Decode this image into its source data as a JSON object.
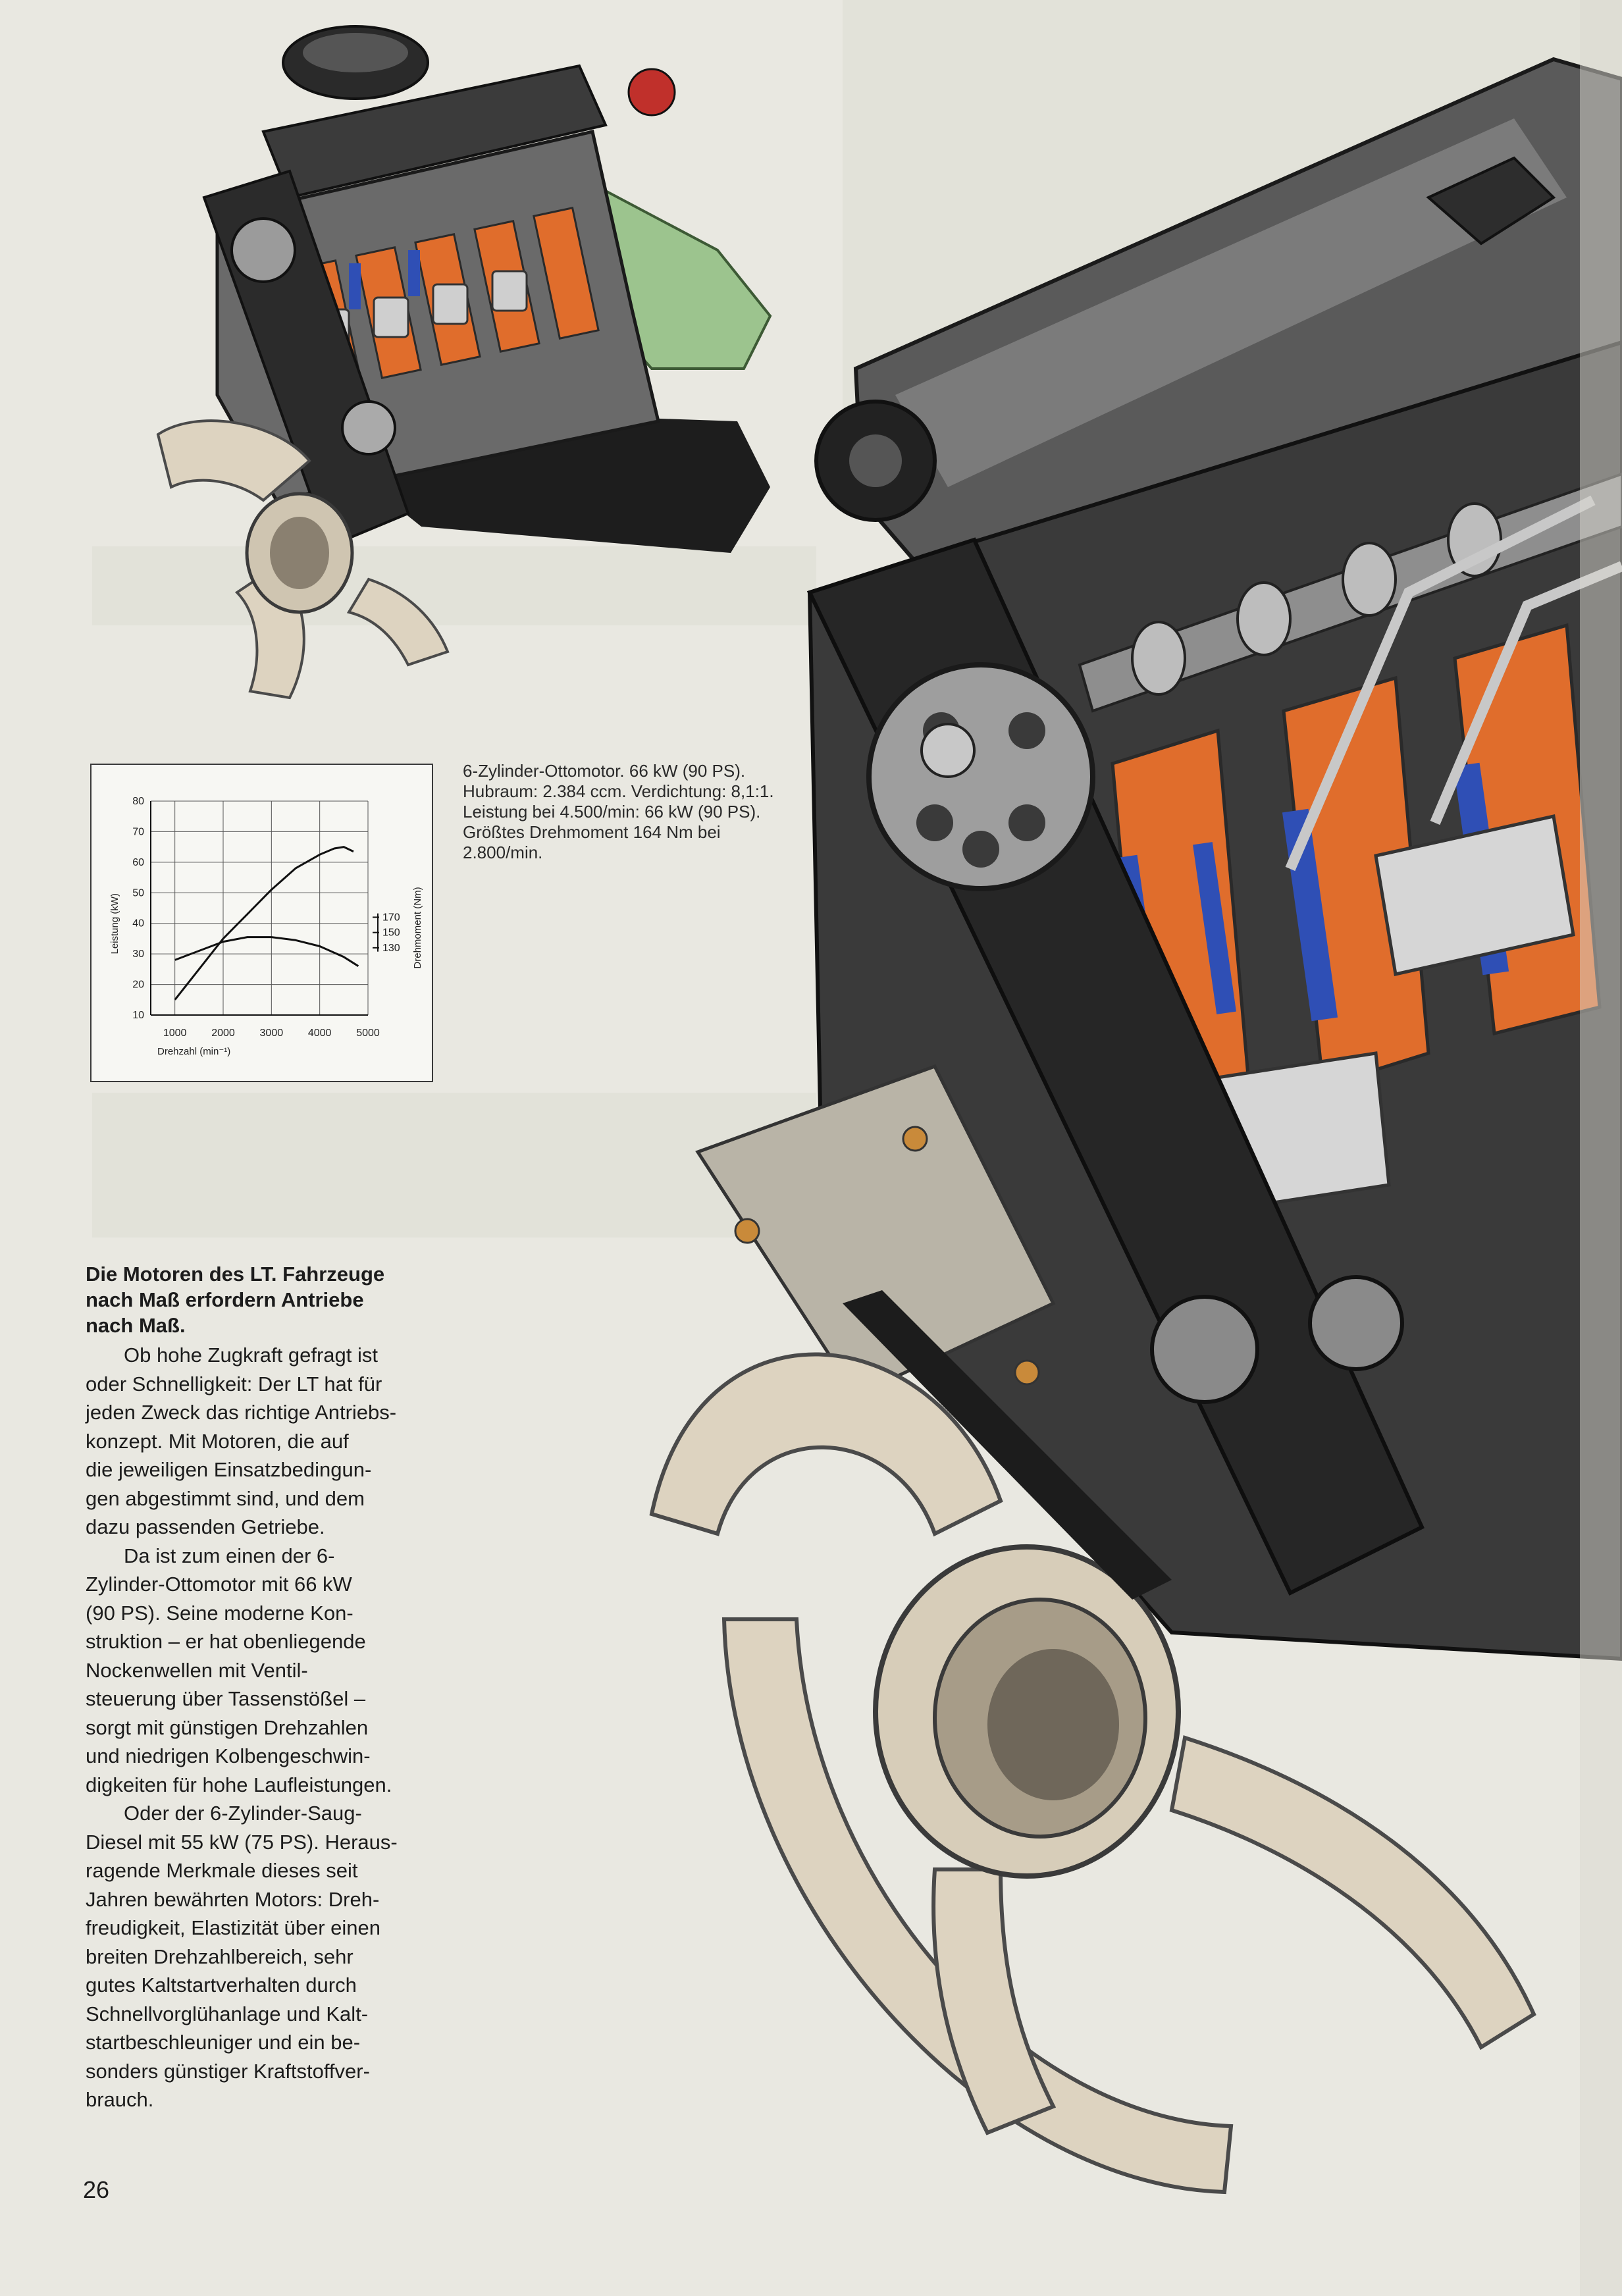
{
  "caption": {
    "lines": [
      "6-Zylinder-Ottomotor. 66 kW (90 PS).",
      "Hubraum: 2.384 ccm. Verdichtung: 8,1:1.",
      "Leistung bei 4.500/min: 66 kW (90 PS).",
      "Größtes Drehmoment 164 Nm bei",
      "2.800/min."
    ]
  },
  "chart_data": {
    "type": "line",
    "xlabel": "Drehzahl (min⁻¹)",
    "ylabel": "Leistung (kW)",
    "y2label": "Drehmoment (Nm)",
    "x_ticks": [
      1000,
      2000,
      3000,
      4000,
      5000
    ],
    "y_ticks": [
      10,
      20,
      30,
      40,
      50,
      60,
      70,
      80
    ],
    "y2_ticks": [
      130,
      150,
      170
    ],
    "xlim": [
      500,
      5000
    ],
    "ylim": [
      10,
      80
    ],
    "grid": true,
    "series": [
      {
        "axis": "left",
        "x": [
          1000,
          1500,
          2000,
          2500,
          3000,
          3500,
          4000,
          4300,
          4500,
          4700
        ],
        "values": [
          15,
          25,
          35,
          43,
          51,
          58,
          62.5,
          64.5,
          65,
          63.5
        ]
      },
      {
        "axis": "left",
        "x": [
          1000,
          1500,
          2000,
          2500,
          3000,
          3500,
          4000,
          4500,
          4800
        ],
        "values": [
          28,
          31,
          34,
          35.5,
          35.5,
          34.5,
          32.5,
          29,
          26
        ]
      }
    ]
  },
  "article": {
    "headline": [
      "Die Motoren des LT. Fahrzeuge",
      "nach Maß erfordern Antriebe",
      "nach Maß."
    ],
    "paragraphs": [
      {
        "lines": [
          "Ob hohe Zugkraft gefragt ist",
          "oder Schnelligkeit: Der LT hat für",
          "jeden Zweck das richtige Antriebs-",
          "konzept. Mit Motoren, die auf",
          "die jeweiligen Einsatzbedingun-",
          "gen abgestimmt sind, und dem",
          "dazu passenden Getriebe."
        ]
      },
      {
        "lines": [
          "Da ist zum einen der 6-",
          "Zylinder-Ottomotor mit 66 kW",
          "(90 PS). Seine moderne Kon-",
          "struktion – er hat obenliegende",
          "Nockenwellen mit Ventil-",
          "steuerung über Tassenstößel –",
          "sorgt mit günstigen Drehzahlen",
          "und niedrigen Kolbengeschwin-",
          "digkeiten für hohe Laufleistungen."
        ]
      },
      {
        "lines": [
          "Oder der 6-Zylinder-Saug-",
          "Diesel mit 55 kW (75 PS). Heraus-",
          "ragende Merkmale dieses seit",
          "Jahren bewährten Motors: Dreh-",
          "freudigkeit, Elastizität über einen",
          "breiten Drehzahlbereich, sehr",
          "gutes Kaltstartverhalten durch",
          "Schnellvorglühanlage und Kalt-",
          "startbeschleuniger und ein be-",
          "sonders günstiger Kraftstoffver-",
          "brauch."
        ]
      }
    ]
  },
  "page_number": "26",
  "colors": {
    "paper": "#e9e8e1",
    "block_orange": "#e06d2c",
    "valve_blue": "#2f4fb5",
    "engine_grey": "#5a5a5a",
    "fan_cream": "#ddd3c0",
    "gearbox_green": "#9cc48e"
  }
}
